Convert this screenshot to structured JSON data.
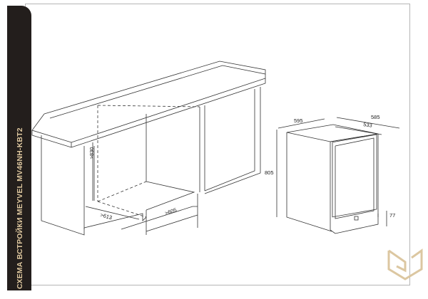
{
  "title": "СХЕМА ВСТРОЙКИ MEYVEL  MV46NH-KBT2",
  "niche_dimensions": {
    "height": ">830",
    "depth": ">613",
    "width": ">605"
  },
  "appliance_dimensions": {
    "width": "595",
    "depth_total": "585",
    "depth_body": "533",
    "height": "805",
    "plinth": "77"
  },
  "colors": {
    "band": "#231e1c",
    "title": "#e0c9a0",
    "logo": "#dcc7a1"
  },
  "logo_icon": "brand-logo"
}
